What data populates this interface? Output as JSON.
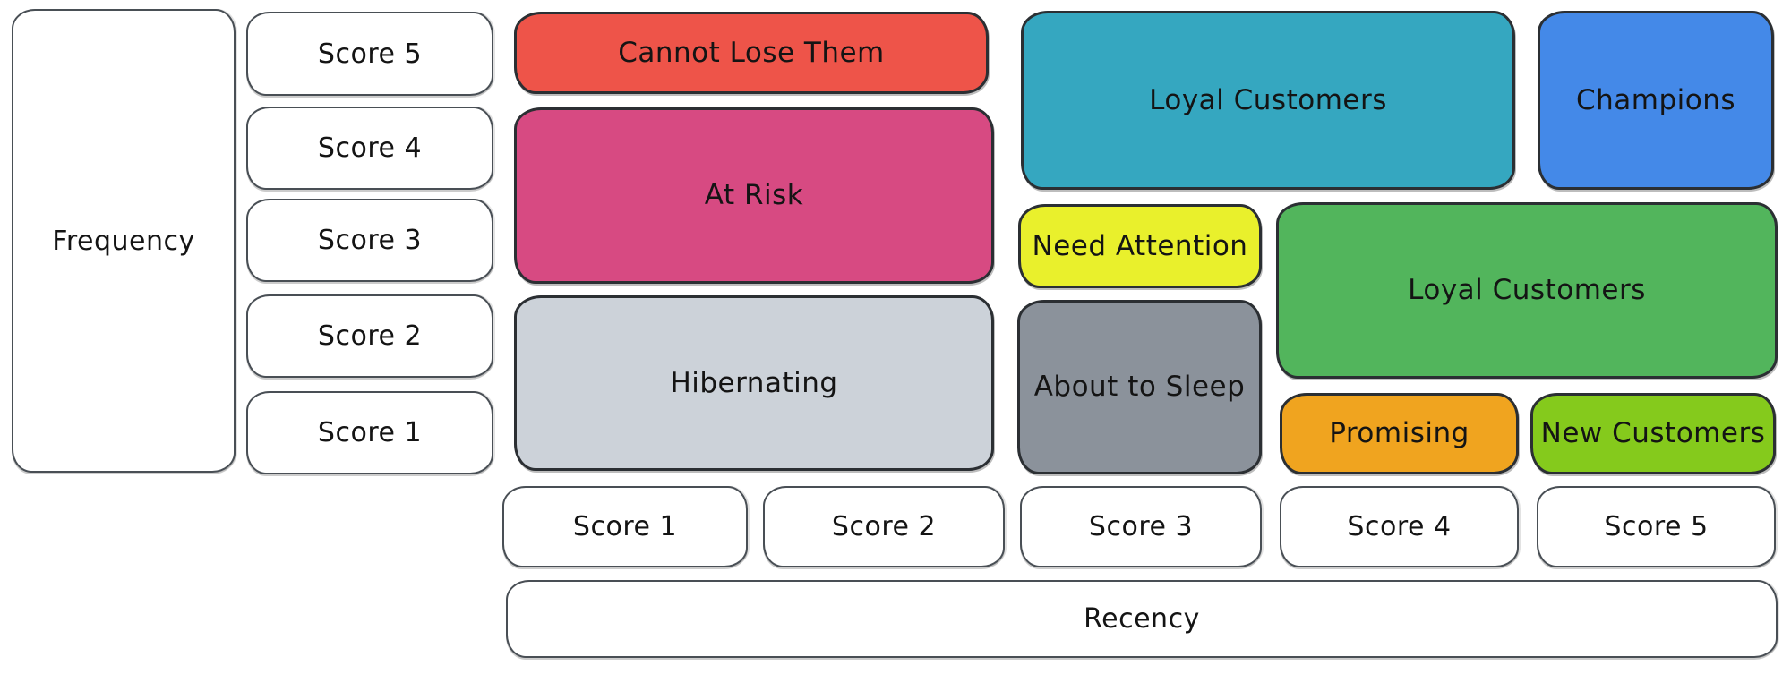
{
  "colors": {
    "background": "#ffffff",
    "ink": "#141414",
    "segment_outline": "#2b2f33",
    "axis_box_outline": "#494f55",
    "axis_box_fill": "#ffffff"
  },
  "matrix": {
    "y_axis": {
      "label": "Frequency",
      "scores": [
        "Score 5",
        "Score 4",
        "Score 3",
        "Score 2",
        "Score 1"
      ]
    },
    "x_axis": {
      "label": "Recency",
      "scores": [
        "Score 1",
        "Score 2",
        "Score 3",
        "Score 4",
        "Score 5"
      ]
    },
    "segments": {
      "cannot_lose_them": {
        "label": "Cannot Lose Them",
        "color": "#ee5449",
        "recency": "1-2",
        "frequency": "5"
      },
      "at_risk": {
        "label": "At Risk",
        "color": "#d74a82",
        "recency": "1-2",
        "frequency": "3-4"
      },
      "hibernating": {
        "label": "Hibernating",
        "color": "#ccd2d9",
        "recency": "1-2",
        "frequency": "1-2"
      },
      "loyal_customers_top": {
        "label": "Loyal Customers",
        "color": "#35a7c0",
        "recency": "3-4",
        "frequency": "4-5"
      },
      "champions": {
        "label": "Champions",
        "color": "#4489e8",
        "recency": "5",
        "frequency": "4-5"
      },
      "need_attention": {
        "label": "Need Attention",
        "color": "#e9f02c",
        "recency": "3",
        "frequency": "3"
      },
      "about_to_sleep": {
        "label": "About to Sleep",
        "color": "#8b929b",
        "recency": "3",
        "frequency": "1-2"
      },
      "loyal_customers_right": {
        "label": "Loyal Customers",
        "color": "#52b55c",
        "recency": "4-5",
        "frequency": "2-3"
      },
      "promising": {
        "label": "Promising",
        "color": "#f0a41f",
        "recency": "4",
        "frequency": "1"
      },
      "new_customers": {
        "label": "New Customers",
        "color": "#85ca1c",
        "recency": "5",
        "frequency": "1"
      }
    }
  }
}
